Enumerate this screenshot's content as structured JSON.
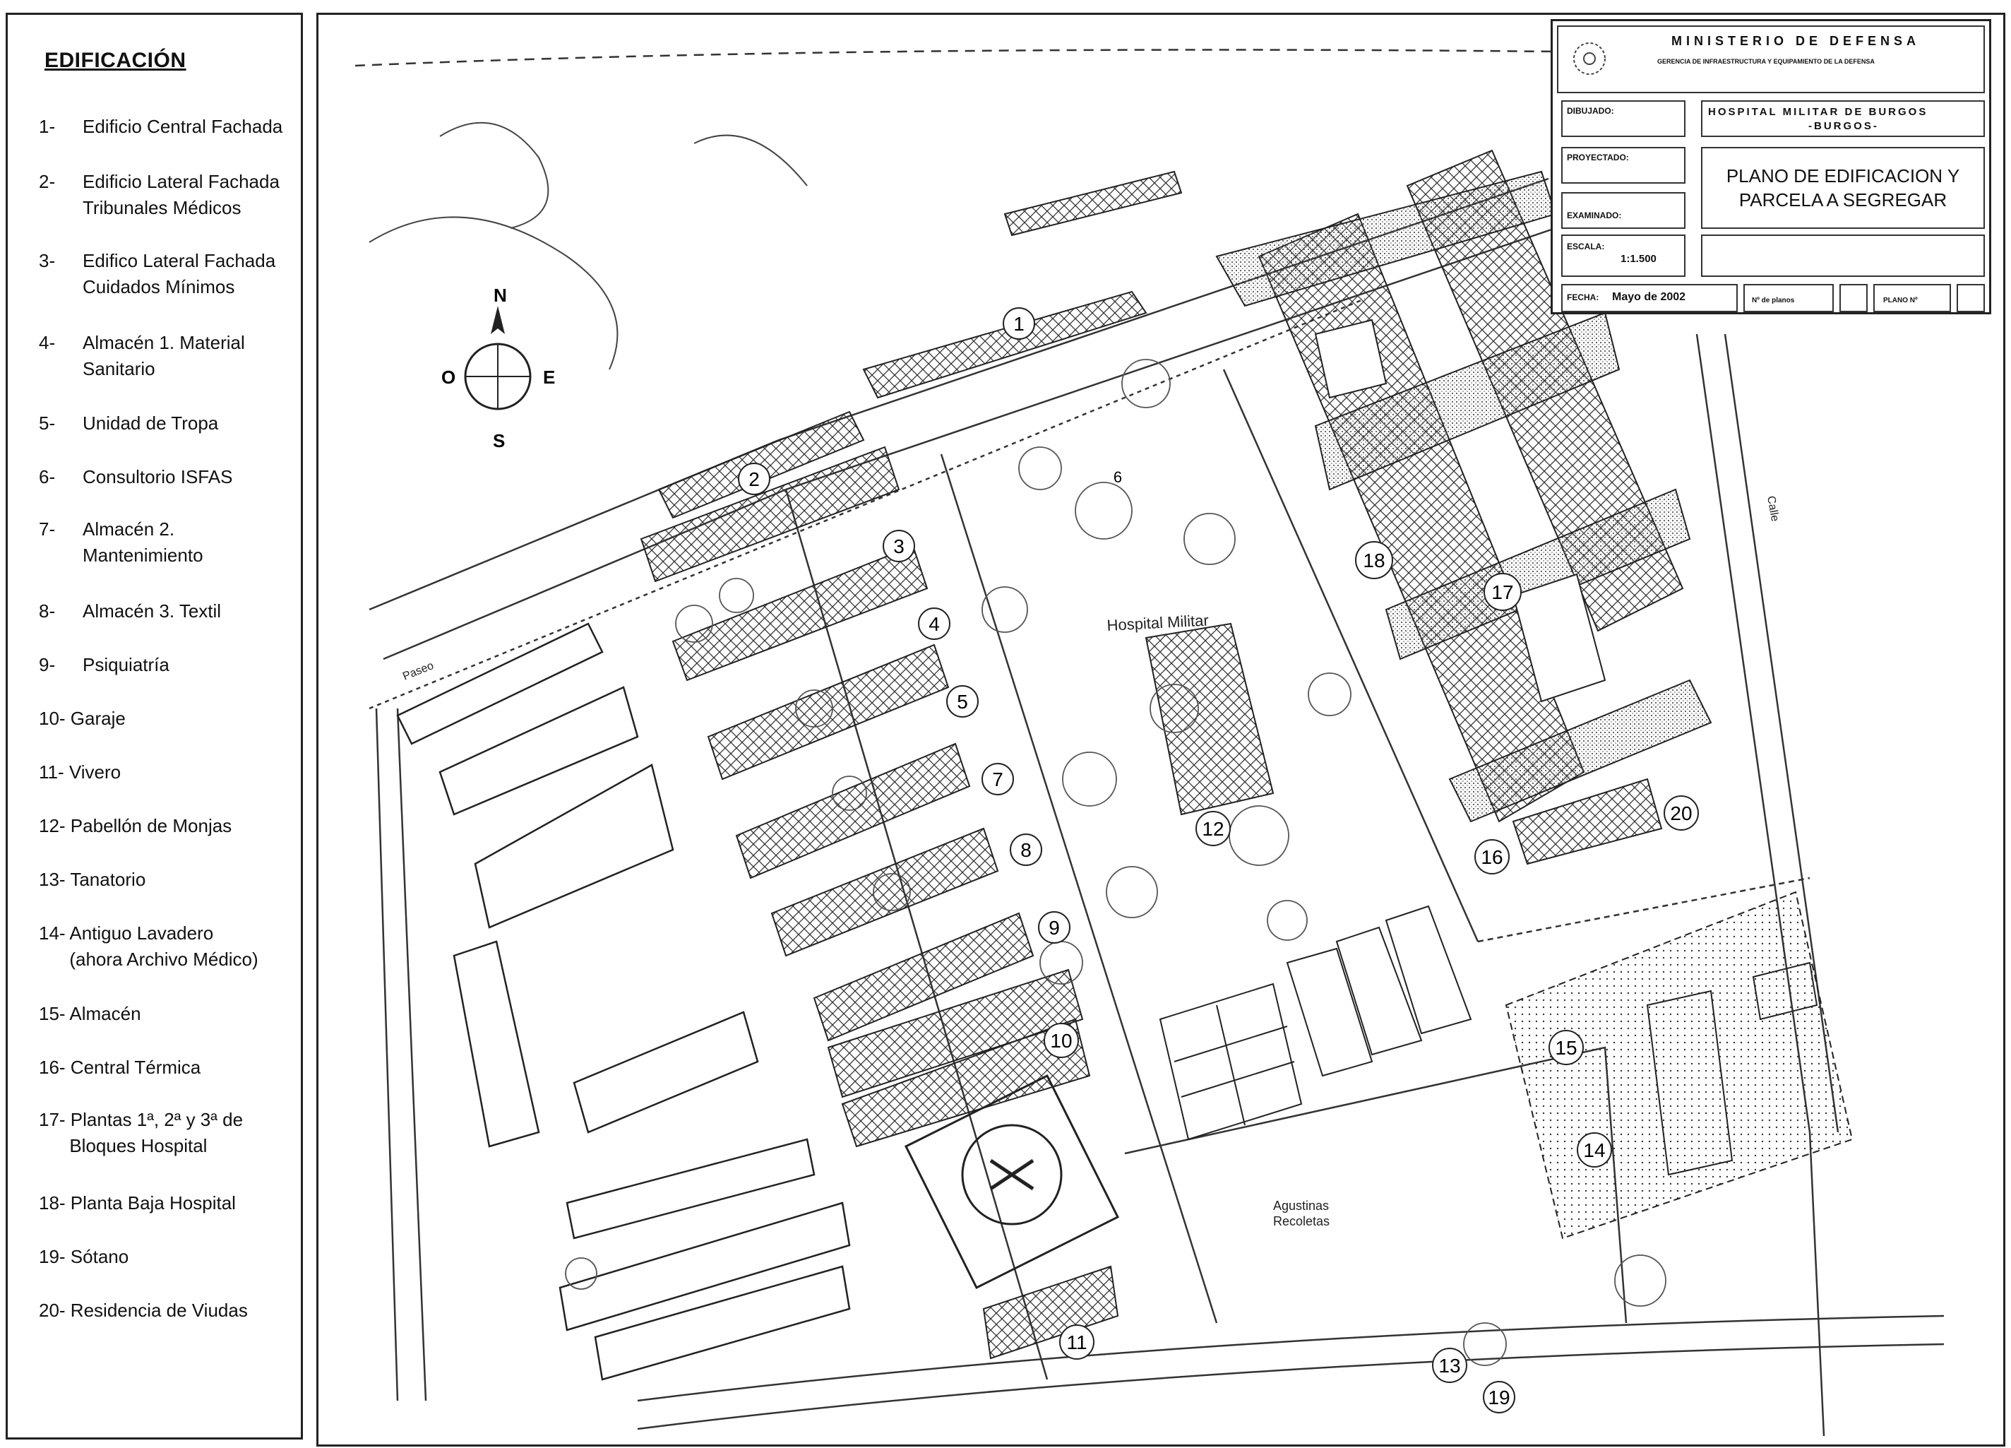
{
  "legend": {
    "title": "EDIFICACIÓN",
    "items": [
      {
        "num": "1-",
        "text": "Edificio Central Fachada"
      },
      {
        "num": "2-",
        "text": "Edificio Lateral Fachada\nTribunales Médicos"
      },
      {
        "num": "3-",
        "text": "Edifico Lateral Fachada\nCuidados Mínimos"
      },
      {
        "num": "4-",
        "text": "Almacén 1. Material\nSanitario"
      },
      {
        "num": "5-",
        "text": "Unidad de Tropa"
      },
      {
        "num": "6-",
        "text": "Consultorio ISFAS"
      },
      {
        "num": "7-",
        "text": "Almacén 2.\nMantenimiento"
      },
      {
        "num": "8-",
        "text": "Almacén 3. Textil"
      },
      {
        "num": "9-",
        "text": "Psiquiatría"
      },
      {
        "num": "",
        "text": "10- Garaje"
      },
      {
        "num": "",
        "text": "11- Vivero"
      },
      {
        "num": "",
        "text": "12- Pabellón de Monjas"
      },
      {
        "num": "",
        "text": "13- Tanatorio"
      },
      {
        "num": "",
        "text": "14- Antiguo Lavadero\n      (ahora Archivo Médico)"
      },
      {
        "num": "",
        "text": "15- Almacén"
      },
      {
        "num": "",
        "text": "16- Central Térmica"
      },
      {
        "num": "",
        "text": "17- Plantas 1ª, 2ª y 3ª de\n      Bloques Hospital"
      },
      {
        "num": "",
        "text": "18- Planta Baja Hospital"
      },
      {
        "num": "",
        "text": "19- Sótano"
      },
      {
        "num": "",
        "text": "20- Residencia de Viudas"
      }
    ]
  },
  "title_block": {
    "ministry": "MINISTERIO DE DEFENSA",
    "ministry_sub": "GERENCIA DE INFRAESTRUCTURA Y EQUIPAMIENTO DE LA DEFENSA",
    "dibujado_label": "DIBUJADO:",
    "proyectado_label": "PROYECTADO:",
    "examinado_label": "EXAMINADO:",
    "escala_label": "ESCALA:",
    "escala_value": "1:1.500",
    "fecha_label": "FECHA:",
    "fecha_value": "Mayo de 2002",
    "n_planos_label": "Nº de planos",
    "plano_n_label": "PLANO Nº",
    "project_line1": "HOSPITAL MILITAR DE BURGOS",
    "project_line2": "-BURGOS-",
    "plan_title_line1": "PLANO DE EDIFICACION Y",
    "plan_title_line2": "PARCELA A SEGREGAR"
  },
  "map": {
    "hospital_label": "Hospital Militar",
    "compass": {
      "n": "N",
      "s": "S",
      "e": "E",
      "o": "O"
    },
    "street_paseo": "Paseo",
    "street_calle": "Calle",
    "agustinas_line1": "Agustinas",
    "agustinas_line2": "Recoletas",
    "building_numbers": [
      "1",
      "2",
      "3",
      "4",
      "5",
      "6",
      "7",
      "8",
      "9",
      "10",
      "11",
      "12",
      "13",
      "14",
      "15",
      "16",
      "17",
      "18",
      "19",
      "20"
    ]
  },
  "colors": {
    "ink": "#222222",
    "paper": "#ffffff"
  }
}
